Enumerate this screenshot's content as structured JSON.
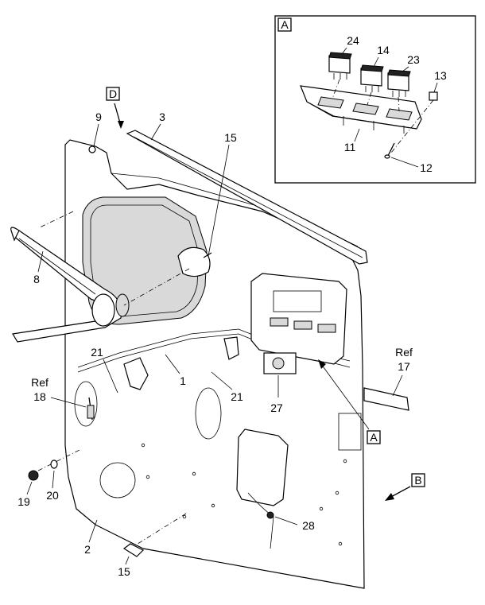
{
  "view_labels": {
    "A": "A",
    "B": "B",
    "D": "D"
  },
  "callouts": {
    "c1": "1",
    "c2": "2",
    "c3": "3",
    "c8": "8",
    "c9": "9",
    "c11": "11",
    "c12": "12",
    "c13": "13",
    "c14": "14",
    "c15a": "15",
    "c15b": "15",
    "c19": "19",
    "c20": "20",
    "c21a": "21",
    "c21b": "21",
    "c23": "23",
    "c24": "24",
    "c27": "27",
    "c28": "28"
  },
  "refs": {
    "ref17_label": "Ref",
    "ref17_num": "17",
    "ref18_label": "Ref",
    "ref18_num": "18"
  }
}
